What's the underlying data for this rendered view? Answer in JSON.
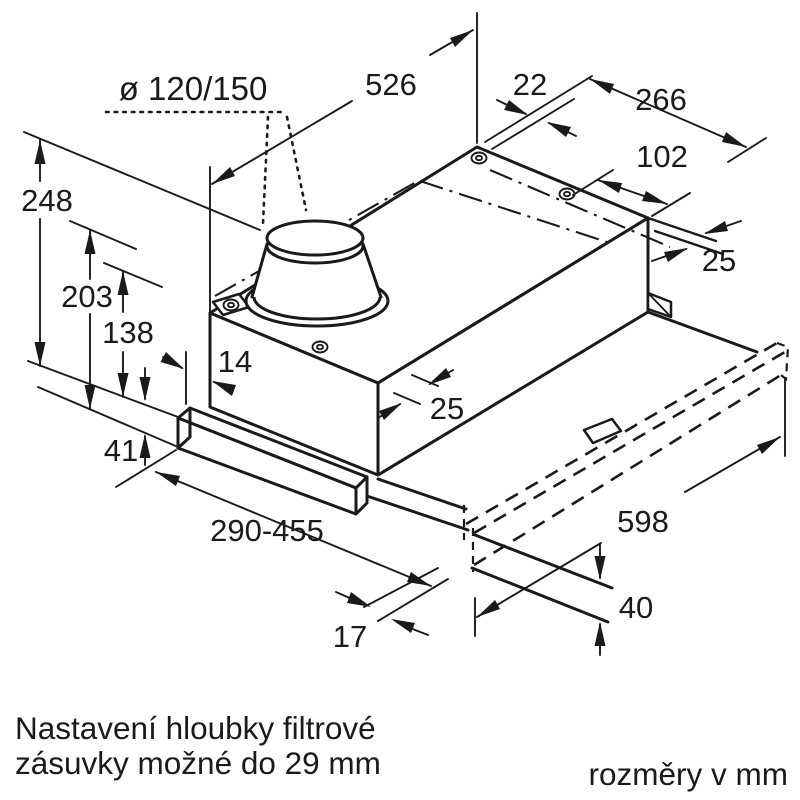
{
  "diagram": {
    "title_hidden": "hood installation dimensions",
    "dims": {
      "diameter": "ø 120/150",
      "d526": "526",
      "d22": "22",
      "d266": "266",
      "d102": "102",
      "d25_right": "25",
      "d248": "248",
      "d203": "203",
      "d138": "138",
      "d14": "14",
      "d25_front": "25",
      "d41": "41",
      "d290_455": "290-455",
      "d598": "598",
      "d17": "17",
      "d40": "40"
    },
    "notes": {
      "line1": "Nastavení hloubky filtrové",
      "line2": "zásuvky možné do 29 mm",
      "units_note": "rozměry v mm"
    },
    "colors": {
      "line": "#1a1a1a",
      "background": "#ffffff"
    }
  }
}
